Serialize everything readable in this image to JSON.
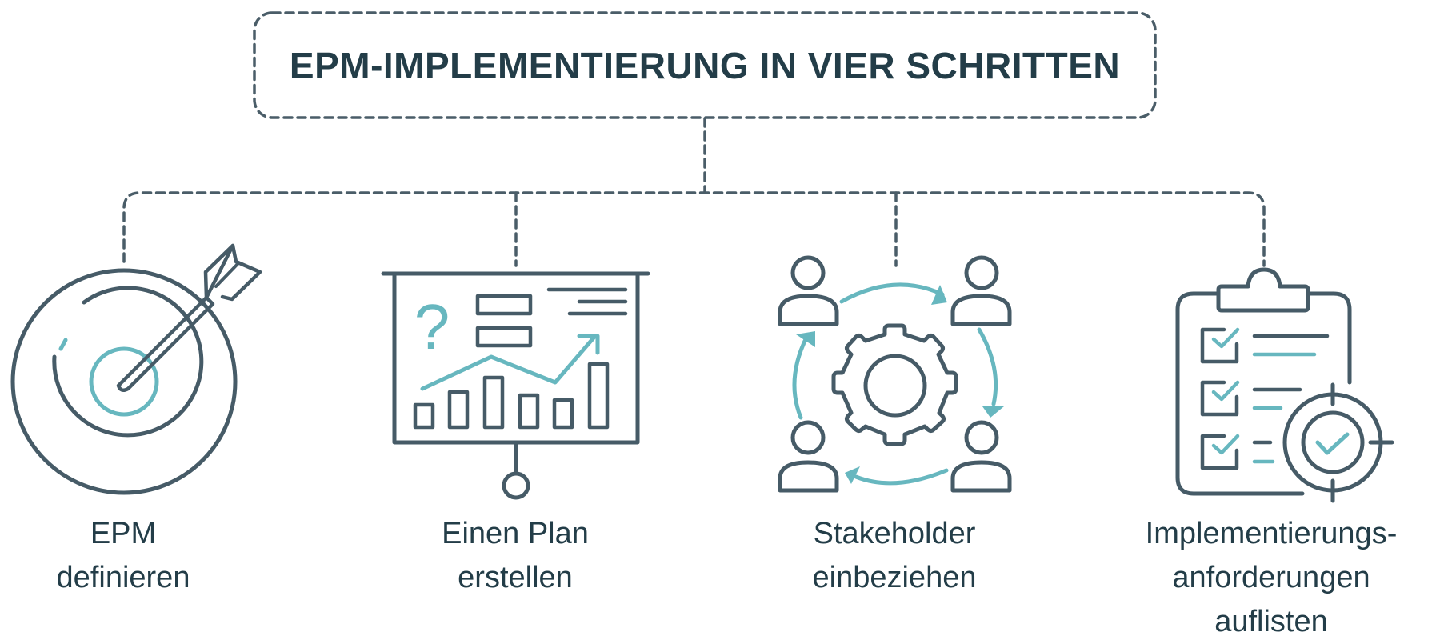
{
  "title": "EPM-IMPLEMENTIERUNG IN VIER SCHRITTEN",
  "colors": {
    "ink": "#465b67",
    "accent": "#67b7bf",
    "text": "#233d48",
    "background": "#ffffff"
  },
  "steps": [
    {
      "icon": "target-arrow-icon",
      "lines": [
        "EPM",
        "definieren"
      ]
    },
    {
      "icon": "presentation-board-icon",
      "lines": [
        "Einen Plan",
        "erstellen"
      ]
    },
    {
      "icon": "stakeholder-cycle-icon",
      "lines": [
        "Stakeholder",
        "einbeziehen"
      ]
    },
    {
      "icon": "clipboard-checklist-icon",
      "lines": [
        "Implementierungs-",
        "anforderungen",
        "auflisten"
      ]
    }
  ],
  "plan_icon": {
    "question_mark": "?"
  }
}
